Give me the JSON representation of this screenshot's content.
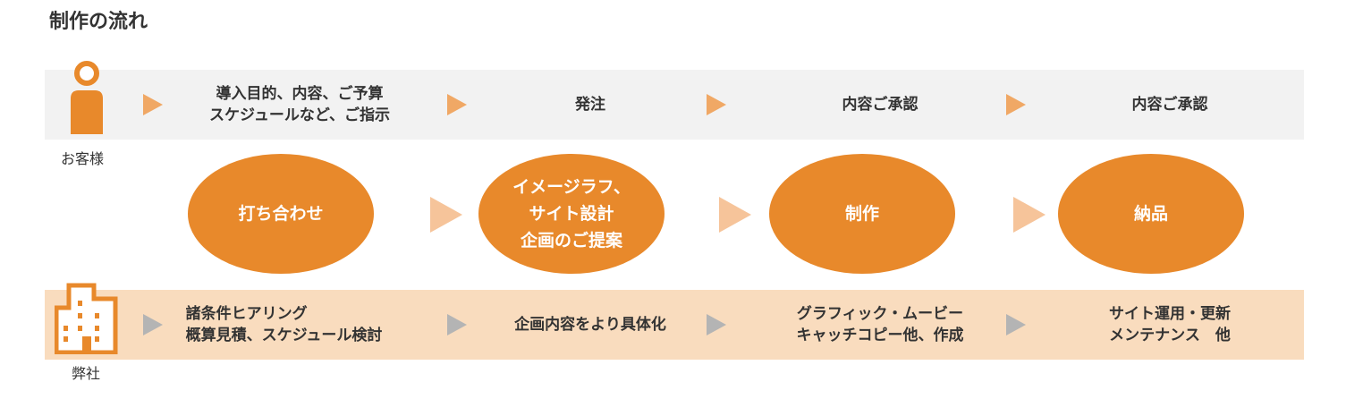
{
  "title": "制作の流れ",
  "customer": {
    "label": "お客様",
    "steps": [
      "導入目的、内容、ご予算\nスケジュールなど、ご指示",
      "発注",
      "内容ご承認",
      "内容ご承認"
    ]
  },
  "company": {
    "label": "弊社",
    "steps": [
      "諸条件ヒアリング\n概算見積、スケジュール検討",
      "企画内容をより具体化",
      "グラフィック・ムービー\nキャッチコピー他、作成",
      "サイト運用・更新\nメンテナンス　他"
    ]
  },
  "phases": [
    "打ち合わせ",
    "イメージラフ、\nサイト設計\n企画のご提案",
    "制作",
    "納品"
  ],
  "colors": {
    "accent": "#e8892b",
    "light": "#f9dcbe",
    "gray": "#f2f2f2"
  }
}
